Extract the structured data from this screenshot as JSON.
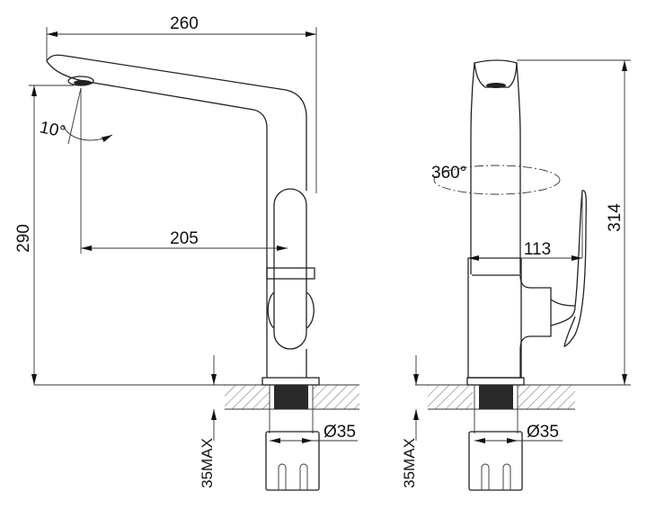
{
  "drawing": {
    "front_view": {
      "width_label": "260",
      "reach_label": "205",
      "height_label": "290",
      "angle_label": "10°",
      "mount_thickness_label": "35MAX",
      "hole_diameter_label": "Ø35"
    },
    "side_view": {
      "rotation_label": "360°",
      "depth_label": "113",
      "height_label": "314",
      "mount_thickness_label": "35MAX",
      "hole_diameter_label": "Ø35"
    }
  }
}
